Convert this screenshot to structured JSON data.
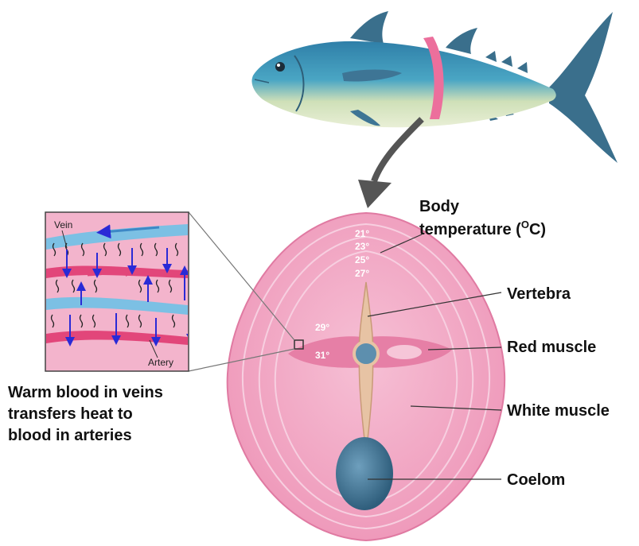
{
  "labels": {
    "body_temperature_line1": "Body",
    "body_temperature_line2": "temperature (",
    "body_temperature_unit_sup": "O",
    "body_temperature_unit_tail": "C)",
    "vertebra": "Vertebra",
    "red_muscle": "Red muscle",
    "white_muscle": "White muscle",
    "coelom": "Coelom",
    "vein": "Vein",
    "artery": "Artery",
    "caption_line1": "Warm blood in veins",
    "caption_line2": "transfers heat to",
    "caption_line3": "blood in arteries"
  },
  "temperatures": [
    "21°",
    "23°",
    "25°",
    "27°",
    "29°",
    "31°"
  ],
  "colors": {
    "muscle_pink": "#f2a9c6",
    "red_muscle": "#e67fa6",
    "vein_blue": "#7cc0e4",
    "artery_red": "#e2467a",
    "flow_arrow": "#2a2ad6",
    "coelom": "#3e6f8e",
    "fish_body": "#4aa6c4"
  }
}
